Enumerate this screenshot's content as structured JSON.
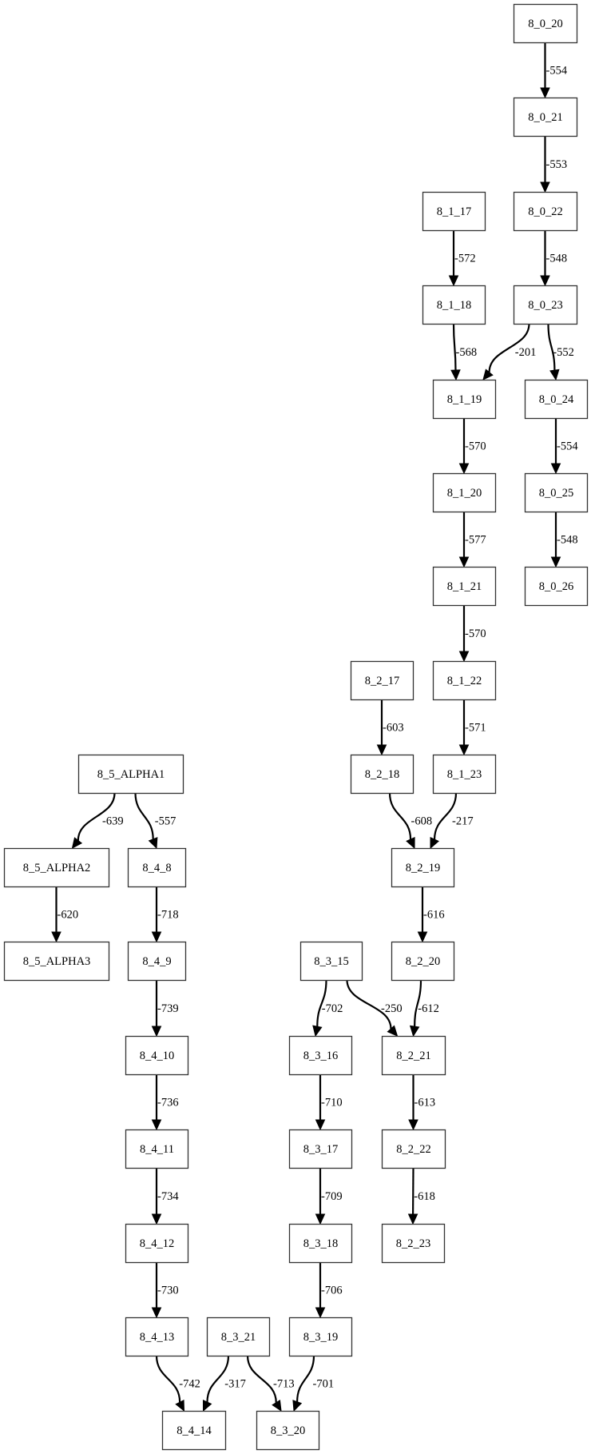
{
  "graph": {
    "nodes": [
      {
        "id": "8_0_20",
        "label": "8_0_20"
      },
      {
        "id": "8_0_21",
        "label": "8_0_21"
      },
      {
        "id": "8_0_22",
        "label": "8_0_22"
      },
      {
        "id": "8_0_23",
        "label": "8_0_23"
      },
      {
        "id": "8_0_24",
        "label": "8_0_24"
      },
      {
        "id": "8_0_25",
        "label": "8_0_25"
      },
      {
        "id": "8_0_26",
        "label": "8_0_26"
      },
      {
        "id": "8_1_17",
        "label": "8_1_17"
      },
      {
        "id": "8_1_18",
        "label": "8_1_18"
      },
      {
        "id": "8_1_19",
        "label": "8_1_19"
      },
      {
        "id": "8_1_20",
        "label": "8_1_20"
      },
      {
        "id": "8_1_21",
        "label": "8_1_21"
      },
      {
        "id": "8_1_22",
        "label": "8_1_22"
      },
      {
        "id": "8_1_23",
        "label": "8_1_23"
      },
      {
        "id": "8_2_17",
        "label": "8_2_17"
      },
      {
        "id": "8_2_18",
        "label": "8_2_18"
      },
      {
        "id": "8_2_19",
        "label": "8_2_19"
      },
      {
        "id": "8_2_20",
        "label": "8_2_20"
      },
      {
        "id": "8_2_21",
        "label": "8_2_21"
      },
      {
        "id": "8_2_22",
        "label": "8_2_22"
      },
      {
        "id": "8_2_23",
        "label": "8_2_23"
      },
      {
        "id": "8_5_ALPHA1",
        "label": "8_5_ALPHA1"
      },
      {
        "id": "8_5_ALPHA2",
        "label": "8_5_ALPHA2"
      },
      {
        "id": "8_5_ALPHA3",
        "label": "8_5_ALPHA3"
      },
      {
        "id": "8_4_8",
        "label": "8_4_8"
      },
      {
        "id": "8_4_9",
        "label": "8_4_9"
      },
      {
        "id": "8_4_10",
        "label": "8_4_10"
      },
      {
        "id": "8_4_11",
        "label": "8_4_11"
      },
      {
        "id": "8_4_12",
        "label": "8_4_12"
      },
      {
        "id": "8_4_13",
        "label": "8_4_13"
      },
      {
        "id": "8_4_14",
        "label": "8_4_14"
      },
      {
        "id": "8_3_15",
        "label": "8_3_15"
      },
      {
        "id": "8_3_16",
        "label": "8_3_16"
      },
      {
        "id": "8_3_17",
        "label": "8_3_17"
      },
      {
        "id": "8_3_18",
        "label": "8_3_18"
      },
      {
        "id": "8_3_19",
        "label": "8_3_19"
      },
      {
        "id": "8_3_20",
        "label": "8_3_20"
      },
      {
        "id": "8_3_21",
        "label": "8_3_21"
      }
    ],
    "edges": [
      {
        "from": "8_0_20",
        "to": "8_0_21",
        "label": "-554"
      },
      {
        "from": "8_0_21",
        "to": "8_0_22",
        "label": "-553"
      },
      {
        "from": "8_0_22",
        "to": "8_0_23",
        "label": "-548"
      },
      {
        "from": "8_0_23",
        "to": "8_0_24",
        "label": "-552"
      },
      {
        "from": "8_0_23",
        "to": "8_1_19",
        "label": "-201"
      },
      {
        "from": "8_0_24",
        "to": "8_0_25",
        "label": "-554"
      },
      {
        "from": "8_0_25",
        "to": "8_0_26",
        "label": "-548"
      },
      {
        "from": "8_1_17",
        "to": "8_1_18",
        "label": "-572"
      },
      {
        "from": "8_1_18",
        "to": "8_1_19",
        "label": "-568"
      },
      {
        "from": "8_1_19",
        "to": "8_1_20",
        "label": "-570"
      },
      {
        "from": "8_1_20",
        "to": "8_1_21",
        "label": "-577"
      },
      {
        "from": "8_1_21",
        "to": "8_1_22",
        "label": "-570"
      },
      {
        "from": "8_1_22",
        "to": "8_1_23",
        "label": "-571"
      },
      {
        "from": "8_1_23",
        "to": "8_2_19",
        "label": "-217"
      },
      {
        "from": "8_2_17",
        "to": "8_2_18",
        "label": "-603"
      },
      {
        "from": "8_2_18",
        "to": "8_2_19",
        "label": "-608"
      },
      {
        "from": "8_2_19",
        "to": "8_2_20",
        "label": "-616"
      },
      {
        "from": "8_2_20",
        "to": "8_2_21",
        "label": "-612"
      },
      {
        "from": "8_2_21",
        "to": "8_2_22",
        "label": "-613"
      },
      {
        "from": "8_2_22",
        "to": "8_2_23",
        "label": "-618"
      },
      {
        "from": "8_5_ALPHA1",
        "to": "8_5_ALPHA2",
        "label": "-639"
      },
      {
        "from": "8_5_ALPHA1",
        "to": "8_4_8",
        "label": "-557"
      },
      {
        "from": "8_5_ALPHA2",
        "to": "8_5_ALPHA3",
        "label": "-620"
      },
      {
        "from": "8_4_8",
        "to": "8_4_9",
        "label": "-718"
      },
      {
        "from": "8_4_9",
        "to": "8_4_10",
        "label": "-739"
      },
      {
        "from": "8_4_10",
        "to": "8_4_11",
        "label": "-736"
      },
      {
        "from": "8_4_11",
        "to": "8_4_12",
        "label": "-734"
      },
      {
        "from": "8_4_12",
        "to": "8_4_13",
        "label": "-730"
      },
      {
        "from": "8_4_13",
        "to": "8_4_14",
        "label": "-742"
      },
      {
        "from": "8_3_15",
        "to": "8_3_16",
        "label": "-702"
      },
      {
        "from": "8_3_15",
        "to": "8_2_21",
        "label": "-250"
      },
      {
        "from": "8_3_16",
        "to": "8_3_17",
        "label": "-710"
      },
      {
        "from": "8_3_17",
        "to": "8_3_18",
        "label": "-709"
      },
      {
        "from": "8_3_18",
        "to": "8_3_19",
        "label": "-706"
      },
      {
        "from": "8_3_19",
        "to": "8_3_20",
        "label": "-701"
      },
      {
        "from": "8_3_21",
        "to": "8_4_14",
        "label": "-317"
      },
      {
        "from": "8_3_21",
        "to": "8_3_20",
        "label": "-713"
      }
    ]
  }
}
